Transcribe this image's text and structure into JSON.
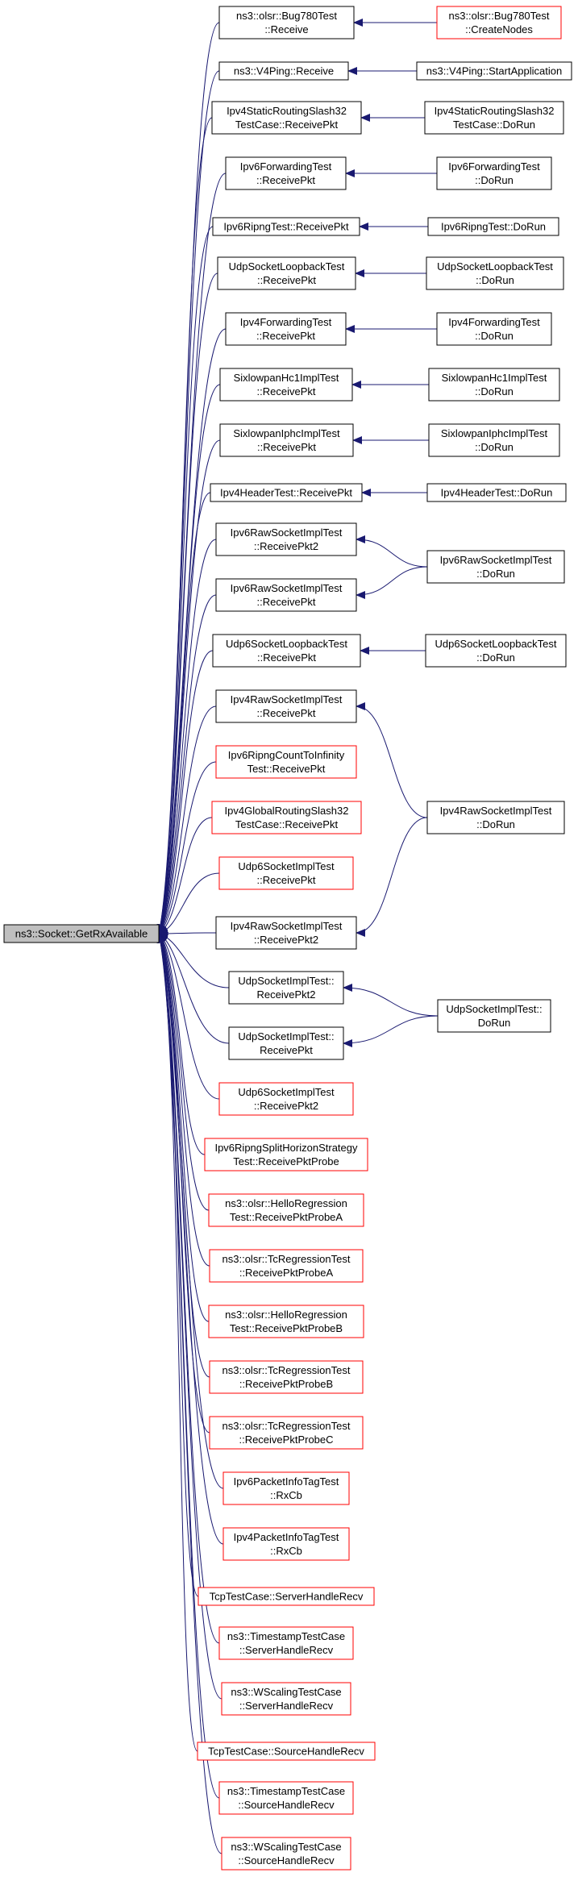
{
  "colors": {
    "edge": "#191970",
    "border_black": "#000000",
    "border_red": "#ff0000",
    "root_fill": "#bfbfbf",
    "fill": "#ffffff"
  },
  "root": {
    "id": "root",
    "lines": [
      "ns3::Socket::GetRxAvailable"
    ],
    "style": "root"
  },
  "callers": [
    {
      "id": "c1",
      "lines": [
        "ns3::olsr::Bug780Test",
        "::Receive"
      ],
      "style": "black"
    },
    {
      "id": "c2",
      "lines": [
        "ns3::V4Ping::Receive"
      ],
      "style": "black"
    },
    {
      "id": "c3",
      "lines": [
        "Ipv4StaticRoutingSlash32",
        "TestCase::ReceivePkt"
      ],
      "style": "black"
    },
    {
      "id": "c4",
      "lines": [
        "Ipv6ForwardingTest",
        "::ReceivePkt"
      ],
      "style": "black"
    },
    {
      "id": "c5",
      "lines": [
        "Ipv6RipngTest::ReceivePkt"
      ],
      "style": "black"
    },
    {
      "id": "c6",
      "lines": [
        "UdpSocketLoopbackTest",
        "::ReceivePkt"
      ],
      "style": "black"
    },
    {
      "id": "c7",
      "lines": [
        "Ipv4ForwardingTest",
        "::ReceivePkt"
      ],
      "style": "black"
    },
    {
      "id": "c8",
      "lines": [
        "SixlowpanHc1ImplTest",
        "::ReceivePkt"
      ],
      "style": "black"
    },
    {
      "id": "c9",
      "lines": [
        "SixlowpanIphcImplTest",
        "::ReceivePkt"
      ],
      "style": "black"
    },
    {
      "id": "c10",
      "lines": [
        "Ipv4HeaderTest::ReceivePkt"
      ],
      "style": "black"
    },
    {
      "id": "c11",
      "lines": [
        "Ipv6RawSocketImplTest",
        "::ReceivePkt2"
      ],
      "style": "black"
    },
    {
      "id": "c12",
      "lines": [
        "Ipv6RawSocketImplTest",
        "::ReceivePkt"
      ],
      "style": "black"
    },
    {
      "id": "c13",
      "lines": [
        "Udp6SocketLoopbackTest",
        "::ReceivePkt"
      ],
      "style": "black"
    },
    {
      "id": "c14",
      "lines": [
        "Ipv4RawSocketImplTest",
        "::ReceivePkt"
      ],
      "style": "black"
    },
    {
      "id": "c15",
      "lines": [
        "Ipv6RipngCountToInfinity",
        "Test::ReceivePkt"
      ],
      "style": "red"
    },
    {
      "id": "c16",
      "lines": [
        "Ipv4GlobalRoutingSlash32",
        "TestCase::ReceivePkt"
      ],
      "style": "red"
    },
    {
      "id": "c17",
      "lines": [
        "Udp6SocketImplTest",
        "::ReceivePkt"
      ],
      "style": "red"
    },
    {
      "id": "c18",
      "lines": [
        "Ipv4RawSocketImplTest",
        "::ReceivePkt2"
      ],
      "style": "black"
    },
    {
      "id": "c19",
      "lines": [
        "UdpSocketImplTest::",
        "ReceivePkt2"
      ],
      "style": "black"
    },
    {
      "id": "c20",
      "lines": [
        "UdpSocketImplTest::",
        "ReceivePkt"
      ],
      "style": "black"
    },
    {
      "id": "c21",
      "lines": [
        "Udp6SocketImplTest",
        "::ReceivePkt2"
      ],
      "style": "red"
    },
    {
      "id": "c22",
      "lines": [
        "Ipv6RipngSplitHorizonStrategy",
        "Test::ReceivePktProbe"
      ],
      "style": "red"
    },
    {
      "id": "c23",
      "lines": [
        "ns3::olsr::HelloRegression",
        "Test::ReceivePktProbeA"
      ],
      "style": "red"
    },
    {
      "id": "c24",
      "lines": [
        "ns3::olsr::TcRegressionTest",
        "::ReceivePktProbeA"
      ],
      "style": "red"
    },
    {
      "id": "c25",
      "lines": [
        "ns3::olsr::HelloRegression",
        "Test::ReceivePktProbeB"
      ],
      "style": "red"
    },
    {
      "id": "c26",
      "lines": [
        "ns3::olsr::TcRegressionTest",
        "::ReceivePktProbeB"
      ],
      "style": "red"
    },
    {
      "id": "c27",
      "lines": [
        "ns3::olsr::TcRegressionTest",
        "::ReceivePktProbeC"
      ],
      "style": "red"
    },
    {
      "id": "c28",
      "lines": [
        "Ipv6PacketInfoTagTest",
        "::RxCb"
      ],
      "style": "red"
    },
    {
      "id": "c29",
      "lines": [
        "Ipv4PacketInfoTagTest",
        "::RxCb"
      ],
      "style": "red"
    },
    {
      "id": "c30",
      "lines": [
        "TcpTestCase::ServerHandleRecv"
      ],
      "style": "red"
    },
    {
      "id": "c31",
      "lines": [
        "ns3::TimestampTestCase",
        "::ServerHandleRecv"
      ],
      "style": "red"
    },
    {
      "id": "c32",
      "lines": [
        "ns3::WScalingTestCase",
        "::ServerHandleRecv"
      ],
      "style": "red"
    },
    {
      "id": "c33",
      "lines": [
        "TcpTestCase::SourceHandleRecv"
      ],
      "style": "red"
    },
    {
      "id": "c34",
      "lines": [
        "ns3::TimestampTestCase",
        "::SourceHandleRecv"
      ],
      "style": "red"
    },
    {
      "id": "c35",
      "lines": [
        "ns3::WScalingTestCase",
        "::SourceHandleRecv"
      ],
      "style": "red"
    }
  ],
  "second_level": [
    {
      "id": "d1",
      "lines": [
        "ns3::olsr::Bug780Test",
        "::CreateNodes"
      ],
      "style": "red"
    },
    {
      "id": "d2",
      "lines": [
        "ns3::V4Ping::StartApplication"
      ],
      "style": "black"
    },
    {
      "id": "d3",
      "lines": [
        "Ipv4StaticRoutingSlash32",
        "TestCase::DoRun"
      ],
      "style": "black"
    },
    {
      "id": "d4",
      "lines": [
        "Ipv6ForwardingTest",
        "::DoRun"
      ],
      "style": "black"
    },
    {
      "id": "d5",
      "lines": [
        "Ipv6RipngTest::DoRun"
      ],
      "style": "black"
    },
    {
      "id": "d6",
      "lines": [
        "UdpSocketLoopbackTest",
        "::DoRun"
      ],
      "style": "black"
    },
    {
      "id": "d7",
      "lines": [
        "Ipv4ForwardingTest",
        "::DoRun"
      ],
      "style": "black"
    },
    {
      "id": "d8",
      "lines": [
        "SixlowpanHc1ImplTest",
        "::DoRun"
      ],
      "style": "black"
    },
    {
      "id": "d9",
      "lines": [
        "SixlowpanIphcImplTest",
        "::DoRun"
      ],
      "style": "black"
    },
    {
      "id": "d10",
      "lines": [
        "Ipv4HeaderTest::DoRun"
      ],
      "style": "black"
    },
    {
      "id": "d11",
      "lines": [
        "Ipv6RawSocketImplTest",
        "::DoRun"
      ],
      "style": "black"
    },
    {
      "id": "d12",
      "lines": [
        "Udp6SocketLoopbackTest",
        "::DoRun"
      ],
      "style": "black"
    },
    {
      "id": "d13",
      "lines": [
        "Ipv4RawSocketImplTest",
        "::DoRun"
      ],
      "style": "black"
    },
    {
      "id": "d14",
      "lines": [
        "UdpSocketImplTest::",
        "DoRun"
      ],
      "style": "black"
    }
  ],
  "edges": [
    [
      "d1",
      "c1"
    ],
    [
      "d2",
      "c2"
    ],
    [
      "d3",
      "c3"
    ],
    [
      "d4",
      "c4"
    ],
    [
      "d5",
      "c5"
    ],
    [
      "d6",
      "c6"
    ],
    [
      "d7",
      "c7"
    ],
    [
      "d8",
      "c8"
    ],
    [
      "d9",
      "c9"
    ],
    [
      "d10",
      "c10"
    ],
    [
      "d11",
      "c11"
    ],
    [
      "d11",
      "c12"
    ],
    [
      "d12",
      "c13"
    ],
    [
      "d13",
      "c14"
    ],
    [
      "d13",
      "c18"
    ],
    [
      "d14",
      "c19"
    ],
    [
      "d14",
      "c20"
    ]
  ]
}
